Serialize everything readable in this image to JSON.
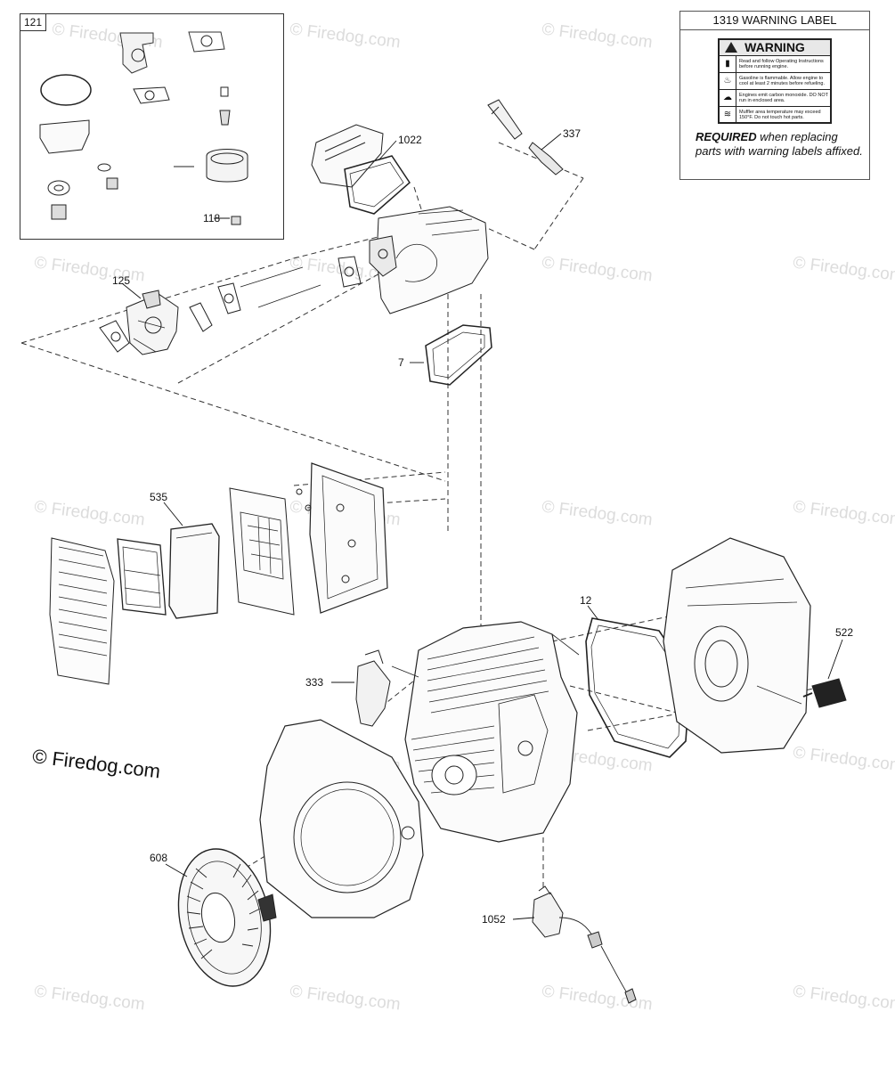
{
  "watermark": "© Firedog.com",
  "copyright": "© Firedog.com",
  "inset": {
    "tag": "121",
    "callout_118": "118"
  },
  "callouts": {
    "c1022": "1022",
    "c337": "337",
    "c125": "125",
    "c7": "7",
    "c535": "535",
    "c12": "12",
    "c522": "522",
    "c333": "333",
    "c608": "608",
    "c1052": "1052"
  },
  "warning_box": {
    "title": "1319 WARNING LABEL",
    "label_header": "WARNING",
    "rows": [
      {
        "icon": "book-icon",
        "text": "Read and follow Operating Instructions before running engine."
      },
      {
        "icon": "flame-icon",
        "text": "Gasoline is flammable. Allow engine to cool at least 2 minutes before refueling."
      },
      {
        "icon": "exhaust-icon",
        "text": "Engines emit carbon monoxide. DO NOT run in enclosed area."
      },
      {
        "icon": "hot-surface-icon",
        "text": "Muffler area temperature may exceed 150°F. Do not touch hot parts."
      }
    ],
    "note_bold": "REQUIRED",
    "note_rest": " when replacing parts with warning labels affixed."
  }
}
